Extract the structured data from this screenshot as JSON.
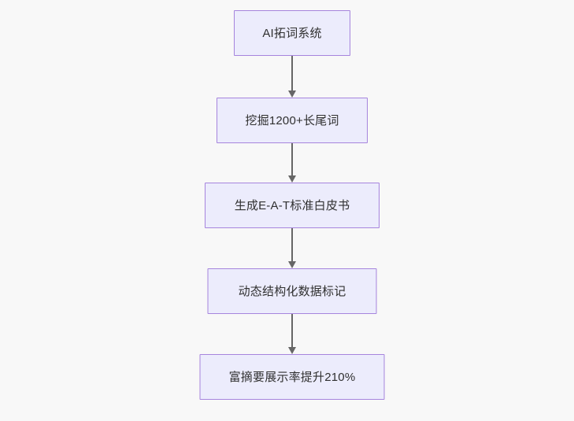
{
  "diagram": {
    "type": "flowchart",
    "direction": "top-to-bottom",
    "background_color": "#f8f8f8",
    "node_fill_color": "#ececfc",
    "node_border_color": "#a684dd",
    "node_text_color": "#303030",
    "connector_color": "#666666",
    "nodes": [
      {
        "id": "node-0",
        "label": "AI拓词系统"
      },
      {
        "id": "node-1",
        "label": "挖掘1200+长尾词"
      },
      {
        "id": "node-2",
        "label": "生成E-A-T标准白皮书"
      },
      {
        "id": "node-3",
        "label": "动态结构化数据标记"
      },
      {
        "id": "node-4",
        "label": "富摘要展示率提升210%"
      }
    ],
    "edges": [
      {
        "id": "conn-0",
        "from": "node-0",
        "to": "node-1",
        "arrow": "arrow-down-icon"
      },
      {
        "id": "conn-1",
        "from": "node-1",
        "to": "node-2",
        "arrow": "arrow-down-icon"
      },
      {
        "id": "conn-2",
        "from": "node-2",
        "to": "node-3",
        "arrow": "arrow-down-icon"
      },
      {
        "id": "conn-3",
        "from": "node-3",
        "to": "node-4",
        "arrow": "arrow-down-icon"
      }
    ]
  }
}
